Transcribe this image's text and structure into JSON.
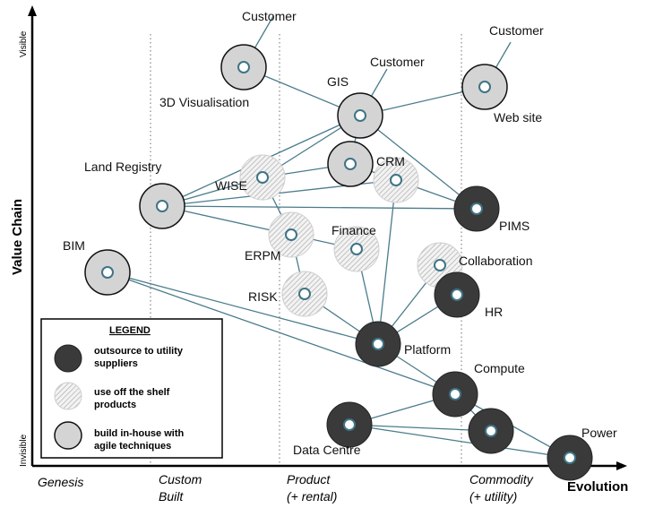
{
  "axes": {
    "y_title": "Value Chain",
    "y_top": "Visible",
    "y_bottom": "Invisible",
    "x_title": "Evolution"
  },
  "stages": [
    {
      "line1": "Genesis",
      "line2": ""
    },
    {
      "line1": "Custom",
      "line2": "Built"
    },
    {
      "line1": "Product",
      "line2": "(+ rental)"
    },
    {
      "line1": "Commodity",
      "line2": "(+ utility)"
    }
  ],
  "legend": {
    "title": "LEGEND",
    "items": [
      {
        "type": "outsource",
        "line1": "outsource to utility",
        "line2": "suppliers"
      },
      {
        "type": "offshelf",
        "line1": "use off the shelf",
        "line2": "products"
      },
      {
        "type": "inhouse",
        "line1": "build in-house with",
        "line2": "agile techniques"
      }
    ]
  },
  "components": [
    {
      "id": "customer-1",
      "label": "Customer",
      "type": "none"
    },
    {
      "id": "customer-2",
      "label": "Customer",
      "type": "none"
    },
    {
      "id": "customer-3",
      "label": "Customer",
      "type": "none"
    },
    {
      "id": "3d-visualisation",
      "label": "3D Visualisation",
      "type": "inhouse"
    },
    {
      "id": "gis",
      "label": "GIS",
      "type": "inhouse"
    },
    {
      "id": "web-site",
      "label": "Web site",
      "type": "inhouse"
    },
    {
      "id": "land-registry",
      "label": "Land Registry",
      "type": "inhouse"
    },
    {
      "id": "wise",
      "label": "WISE",
      "type": "offshelf"
    },
    {
      "id": "crm-circle",
      "label": "",
      "type": "inhouse"
    },
    {
      "id": "crm",
      "label": "CRM",
      "type": "offshelf"
    },
    {
      "id": "pims",
      "label": "PIMS",
      "type": "outsource"
    },
    {
      "id": "erpm",
      "label": "ERPM",
      "type": "offshelf"
    },
    {
      "id": "finance",
      "label": "Finance",
      "type": "offshelf"
    },
    {
      "id": "bim",
      "label": "BIM",
      "type": "inhouse"
    },
    {
      "id": "risk",
      "label": "RISK",
      "type": "offshelf"
    },
    {
      "id": "collaboration",
      "label": "Collaboration",
      "type": "offshelf"
    },
    {
      "id": "hr",
      "label": "HR",
      "type": "outsource"
    },
    {
      "id": "platform",
      "label": "Platform",
      "type": "outsource"
    },
    {
      "id": "compute",
      "label": "Compute",
      "type": "outsource"
    },
    {
      "id": "data-centre",
      "label": "Data Centre",
      "type": "outsource"
    },
    {
      "id": "storage",
      "label": "",
      "type": "outsource"
    },
    {
      "id": "power",
      "label": "Power",
      "type": "outsource"
    }
  ],
  "links": [
    [
      "customer-1",
      "3d-visualisation"
    ],
    [
      "customer-2",
      "gis"
    ],
    [
      "customer-3",
      "web-site"
    ],
    [
      "3d-visualisation",
      "gis"
    ],
    [
      "gis",
      "web-site"
    ],
    [
      "gis",
      "land-registry"
    ],
    [
      "gis",
      "wise"
    ],
    [
      "gis",
      "crm-circle"
    ],
    [
      "gis",
      "pims"
    ],
    [
      "crm-circle",
      "wise"
    ],
    [
      "crm-circle",
      "crm"
    ],
    [
      "land-registry",
      "wise"
    ],
    [
      "land-registry",
      "crm"
    ],
    [
      "land-registry",
      "pims"
    ],
    [
      "land-registry",
      "erpm"
    ],
    [
      "wise",
      "erpm"
    ],
    [
      "crm",
      "pims"
    ],
    [
      "crm",
      "platform"
    ],
    [
      "erpm",
      "finance"
    ],
    [
      "erpm",
      "risk"
    ],
    [
      "risk",
      "platform"
    ],
    [
      "finance",
      "platform"
    ],
    [
      "collaboration",
      "platform"
    ],
    [
      "hr",
      "platform"
    ],
    [
      "bim",
      "platform"
    ],
    [
      "bim",
      "compute"
    ],
    [
      "platform",
      "compute"
    ],
    [
      "compute",
      "storage"
    ],
    [
      "compute",
      "power"
    ],
    [
      "data-centre",
      "compute"
    ],
    [
      "data-centre",
      "storage"
    ],
    [
      "data-centre",
      "power"
    ]
  ]
}
